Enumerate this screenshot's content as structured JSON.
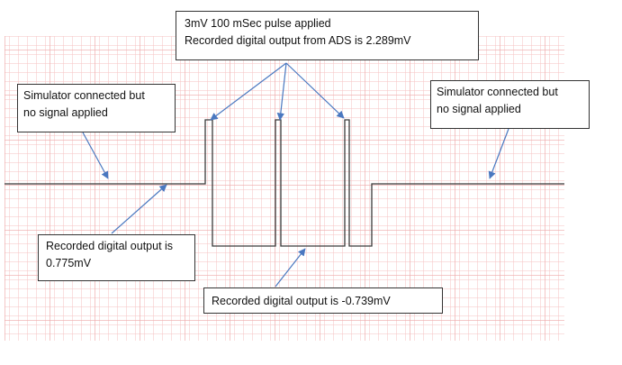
{
  "colors": {
    "grid_minor": "#f4c2c2",
    "grid_major": "#eea8a8",
    "trace": "#3a3a3a",
    "arrow": "#4a78c0",
    "box_border": "#333333"
  },
  "annotations": {
    "top": {
      "line1": "3mV 100 mSec pulse applied",
      "line2": "Recorded digital output from ADS is  2.289mV"
    },
    "left_sim": {
      "line1": "Simulator connected but",
      "line2": "no signal applied"
    },
    "right_sim": {
      "line1": "Simulator connected but",
      "line2": "no signal applied"
    },
    "left_output": {
      "line1": "Recorded digital output is",
      "line2": "0.775mV"
    },
    "bottom_output": {
      "line1": "Recorded digital output is -0.739mV"
    }
  }
}
